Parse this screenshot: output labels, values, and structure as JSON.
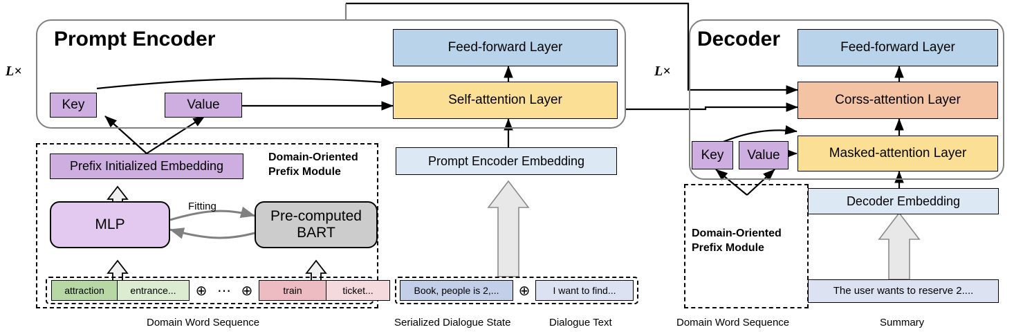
{
  "figure": {
    "type": "architecture-diagram",
    "encoder": {
      "title": "Prompt Encoder",
      "repeat_label": "L×",
      "layers": [
        {
          "name": "feed-forward",
          "label": "Feed-forward Layer",
          "color": "#b9d4ea"
        },
        {
          "name": "self-attention",
          "label": "Self-attention Layer",
          "color": "#fbdf94"
        }
      ],
      "prefix_inputs": [
        {
          "name": "key",
          "label": "Key",
          "color": "#ceaee0"
        },
        {
          "name": "value",
          "label": "Value",
          "color": "#ceaee0"
        }
      ]
    },
    "decoder": {
      "title": "Decoder",
      "repeat_label": "L×",
      "layers": [
        {
          "name": "feed-forward",
          "label": "Feed-forward Layer",
          "color": "#b9d4ea"
        },
        {
          "name": "cross-attention",
          "label": "Corss-attention Layer",
          "color": "#f4c3a4"
        },
        {
          "name": "masked-attention",
          "label": "Masked-attention Layer",
          "color": "#fbdf94"
        }
      ],
      "prefix_inputs": [
        {
          "name": "key",
          "label": "Key",
          "color": "#ceaee0"
        },
        {
          "name": "value",
          "label": "Value",
          "color": "#ceaee0"
        }
      ]
    },
    "prefix_module_left": {
      "title_line1": "Domain-Oriented",
      "title_line2": "Prefix Module",
      "prefix_embedding": "Prefix Initialized Embedding",
      "mlp": "MLP",
      "bart_line1": "Pre-computed",
      "bart_line2": "BART",
      "fitting_label": "Fitting"
    },
    "prefix_module_right": {
      "title_line1": "Domain-Oriented",
      "title_line2": "Prefix Module"
    },
    "embeddings": {
      "prompt_encoder_embedding": "Prompt Encoder Embedding",
      "decoder_embedding": "Decoder Embedding"
    },
    "domain_word_sequence": {
      "tokens": [
        {
          "text": "attraction",
          "color": "#b7d8a4"
        },
        {
          "text": "entrance...",
          "color": "#dcecd1"
        },
        {
          "text": "⊕",
          "color": "none"
        },
        {
          "text": "⋯",
          "color": "none"
        },
        {
          "text": "⊕",
          "color": "none"
        },
        {
          "text": "train",
          "color": "#ecbcc2"
        },
        {
          "text": "ticket...",
          "color": "#f5dadd"
        }
      ]
    },
    "dialogue_inputs": {
      "state_token": "Book, people is 2,...",
      "operator": "⊕",
      "text_token": "I want to find..."
    },
    "summary_input": {
      "token": "The user wants to reserve 2...."
    },
    "captions": [
      {
        "name": "caption-domain-word-sequence-left",
        "text": "Domain Word Sequence"
      },
      {
        "name": "caption-serialized-dialogue-state",
        "text": "Serialized Dialogue State"
      },
      {
        "name": "caption-dialogue-text",
        "text": "Dialogue Text"
      },
      {
        "name": "caption-domain-word-sequence-right",
        "text": "Domain Word Sequence"
      },
      {
        "name": "caption-summary",
        "text": "Summary"
      }
    ]
  }
}
